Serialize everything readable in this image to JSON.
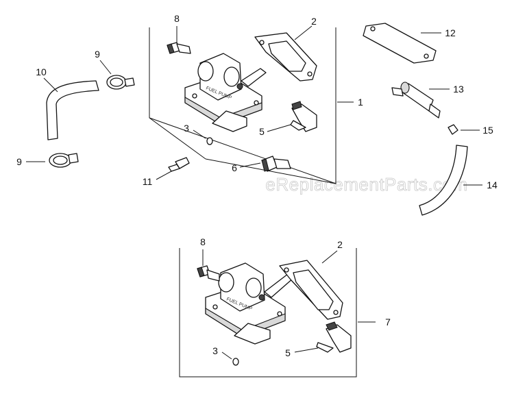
{
  "watermark": "eReplacementParts.com",
  "callouts": {
    "c1": "1",
    "c2a": "2",
    "c2b": "2",
    "c3a": "3",
    "c3b": "3",
    "c5a": "5",
    "c5b": "5",
    "c6": "6",
    "c7": "7",
    "c8a": "8",
    "c8b": "8",
    "c9a": "9",
    "c9b": "9",
    "c10": "10",
    "c11": "11",
    "c12": "12",
    "c13": "13",
    "c14": "14",
    "c15": "15"
  },
  "pump_label": "FUEL PUMP"
}
